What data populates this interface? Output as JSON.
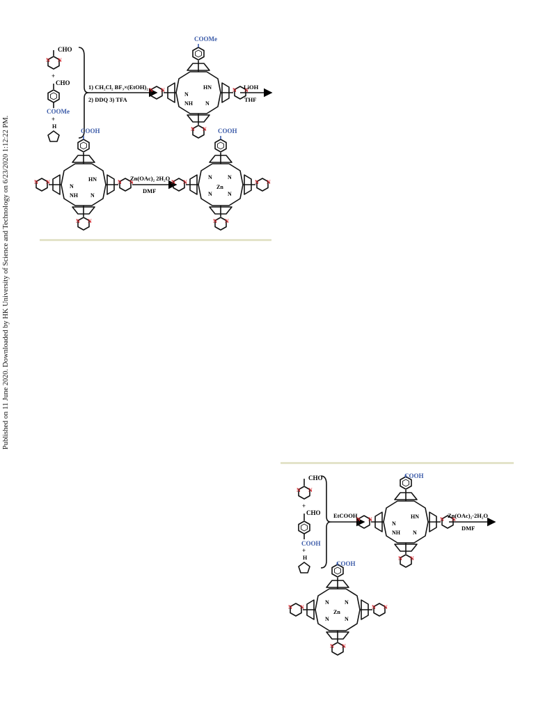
{
  "sidebar_stamp": "Published on 11 June 2020. Downloaded by HK University of Science and Technology on 6/23/2020 1:12:22 PM.",
  "scheme_top": {
    "reagents": {
      "aldehyde": "CHO",
      "plus": "+",
      "ester": "COOMe",
      "pyrrole_nh": "H"
    },
    "step1_conditions": [
      "1) CH₂Cl₂ BF₃×(EtOH)₂",
      "2) DDQ   3) TFA"
    ],
    "step2_conditions": [
      "LiOH",
      "THF"
    ],
    "step3_conditions": [
      "Zn(OAc)₂ 2H₂O",
      "DMF"
    ],
    "product1_substituent": "COOMe",
    "product2_substituent": "COOH",
    "product3_substituent": "COOH",
    "nh_labels": [
      "HN",
      "NH",
      "N",
      "N"
    ],
    "metal": "Zn"
  },
  "scheme_bottom": {
    "reagents": {
      "aldehyde": "CHO",
      "plus": "+",
      "acid": "COOH",
      "pyrrole_nh": "H"
    },
    "step1_conditions": [
      "EtCOOH"
    ],
    "step2_conditions": [
      "Zn(OAc)₂·2H₂O",
      "DMF"
    ],
    "product1_substituent": "COOH",
    "product2_substituent": "COOH",
    "nh_labels": [
      "HN",
      "NH",
      "N",
      "N"
    ],
    "metal": "Zn"
  },
  "colors": {
    "heteroatom_N": "#d2232a",
    "substituent_blue": "#3a5aa8",
    "rule": "#e3e3c9"
  }
}
